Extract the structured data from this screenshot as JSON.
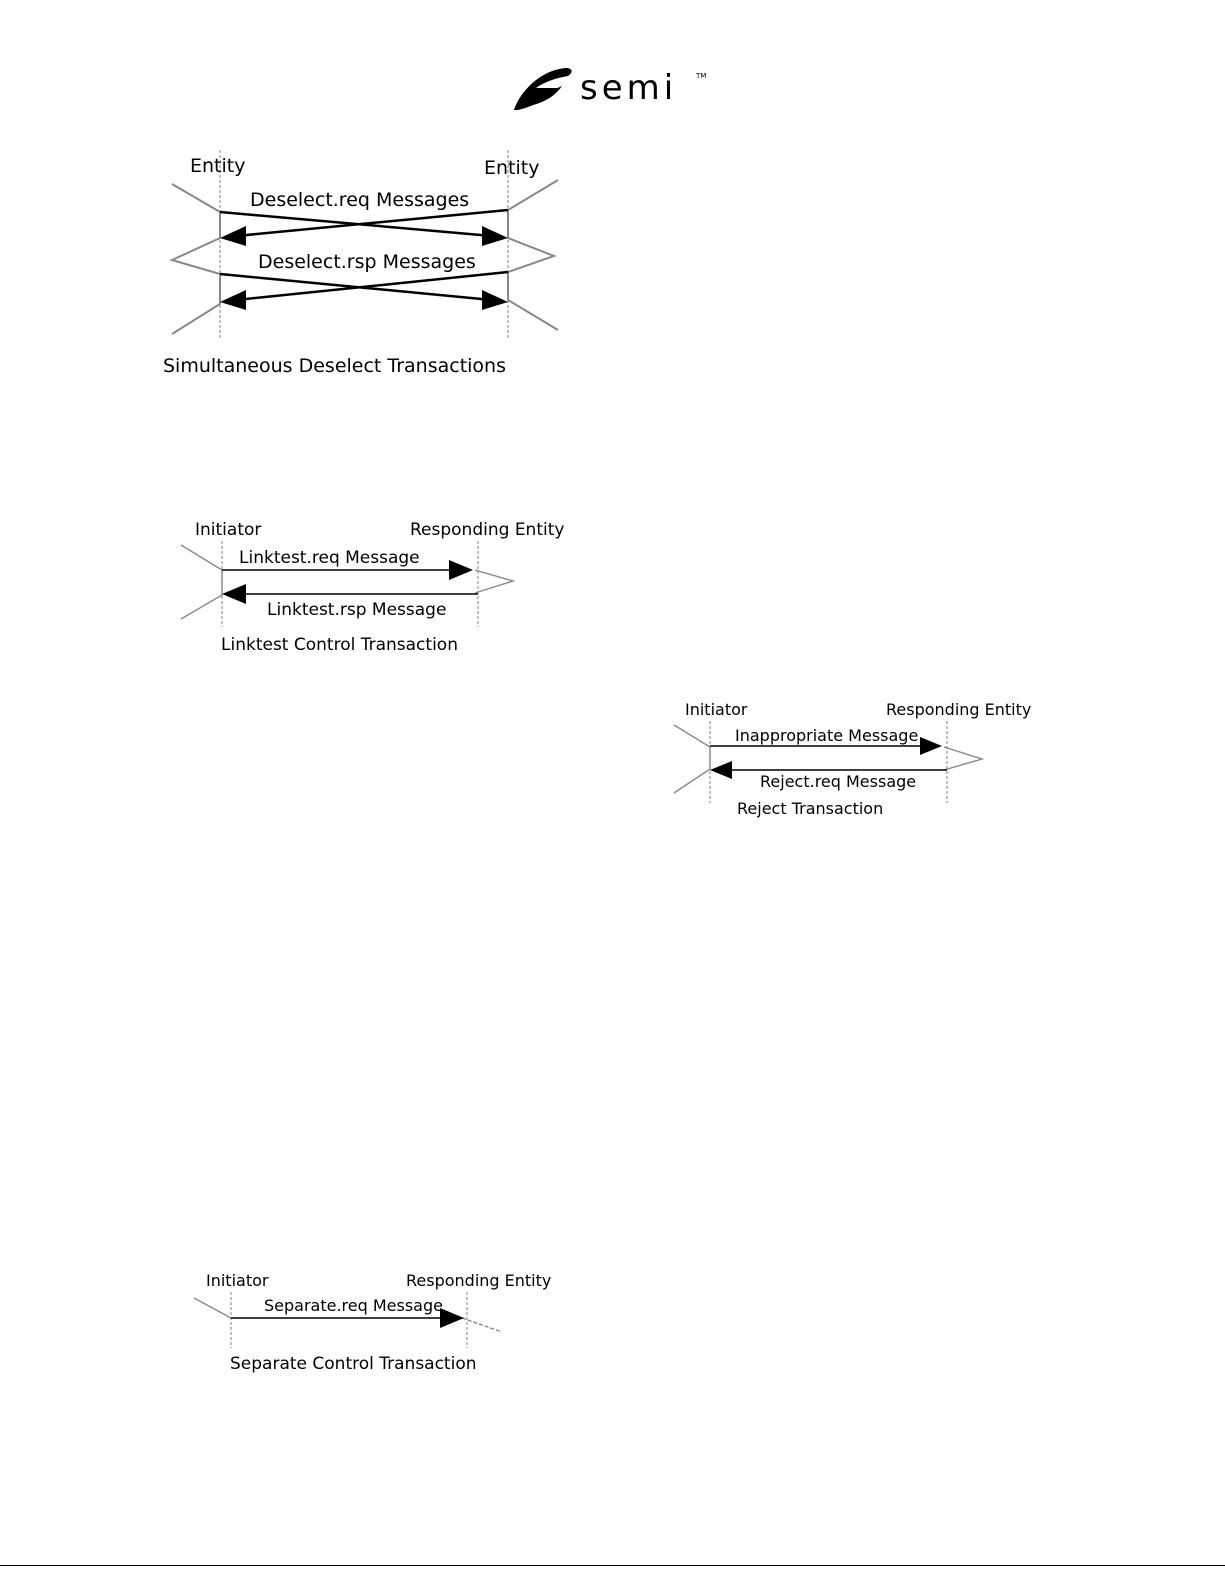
{
  "logo": {
    "text": "semi",
    "tm": "TM",
    "icon": "semi-swoosh-logo"
  },
  "diagrams": {
    "deselect": {
      "left_label": "Entity",
      "right_label": "Entity",
      "msg1": "Deselect.req Messages",
      "msg2": "Deselect.rsp Messages",
      "caption": "Simultaneous Deselect Transactions"
    },
    "linktest": {
      "left_label": "Initiator",
      "right_label": "Responding Entity",
      "msg1": "Linktest.req Message",
      "msg2": "Linktest.rsp Message",
      "caption": "Linktest Control Transaction"
    },
    "reject": {
      "left_label": "Initiator",
      "right_label": "Responding Entity",
      "msg1": "Inappropriate Message",
      "msg2": "Reject.req Message",
      "caption": "Reject Transaction"
    },
    "separate": {
      "left_label": "Initiator",
      "right_label": "Responding Entity",
      "msg1": "Separate.req Message",
      "caption": "Separate Control Transaction"
    }
  }
}
